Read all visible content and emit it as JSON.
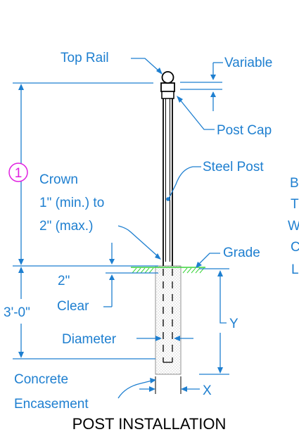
{
  "labels": {
    "top_rail": "Top Rail",
    "variable": "Variable",
    "post_cap": "Post Cap",
    "steel_post": "Steel Post",
    "crown_marker": "1",
    "crown_line1": "Crown",
    "crown_line2": "1\" (min.) to",
    "crown_line3": "2\" (max.)",
    "grade": "Grade",
    "clear_line1": "2\"",
    "clear_line2": "Clear",
    "depth": "3'-0\"",
    "diameter": "Diameter",
    "y_dim": "Y",
    "x_dim": "X",
    "concrete_line1": "Concrete",
    "concrete_line2": "Encasement",
    "title": "POST INSTALLATION",
    "cutoff": [
      "B",
      "T",
      "W",
      "C",
      "L"
    ]
  },
  "colors": {
    "dimension": "#1e7fd0",
    "marker": "#e020e0",
    "grade": "#3ad43a",
    "outline": "#000000"
  }
}
